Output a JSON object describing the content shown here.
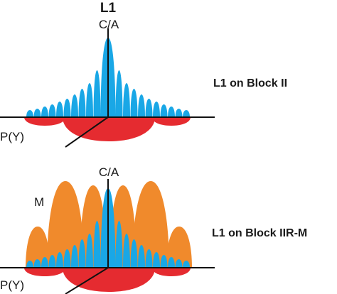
{
  "title": "L1",
  "colors": {
    "ca_signal": "#19A7E6",
    "py_signal": "#E52B30",
    "m_signal": "#F08A2C",
    "axis": "#111111"
  },
  "panel_block_ii": {
    "side_label": "L1 on Block II",
    "ca_label": "C/A",
    "py_label": "P(Y)"
  },
  "panel_block_iir_m": {
    "side_label": "L1 on Block IIR-M",
    "ca_label": "C/A",
    "py_label": "P(Y)",
    "m_label": "M"
  }
}
